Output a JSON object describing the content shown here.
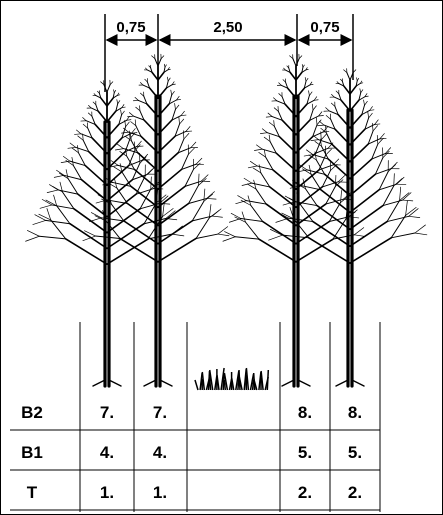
{
  "dimensions": {
    "spacing_left": "0,75",
    "spacing_middle": "2,50",
    "spacing_right": "0,75"
  },
  "table": {
    "rows": [
      {
        "label": "B2",
        "cells": [
          "7.",
          "7.",
          "",
          "8.",
          "8."
        ]
      },
      {
        "label": "B1",
        "cells": [
          "4.",
          "4.",
          "",
          "5.",
          "5."
        ]
      },
      {
        "label": "T",
        "cells": [
          "1.",
          "1.",
          "",
          "2.",
          "2."
        ]
      }
    ]
  },
  "colors": {
    "ink": "#000000",
    "background": "#ffffff"
  }
}
